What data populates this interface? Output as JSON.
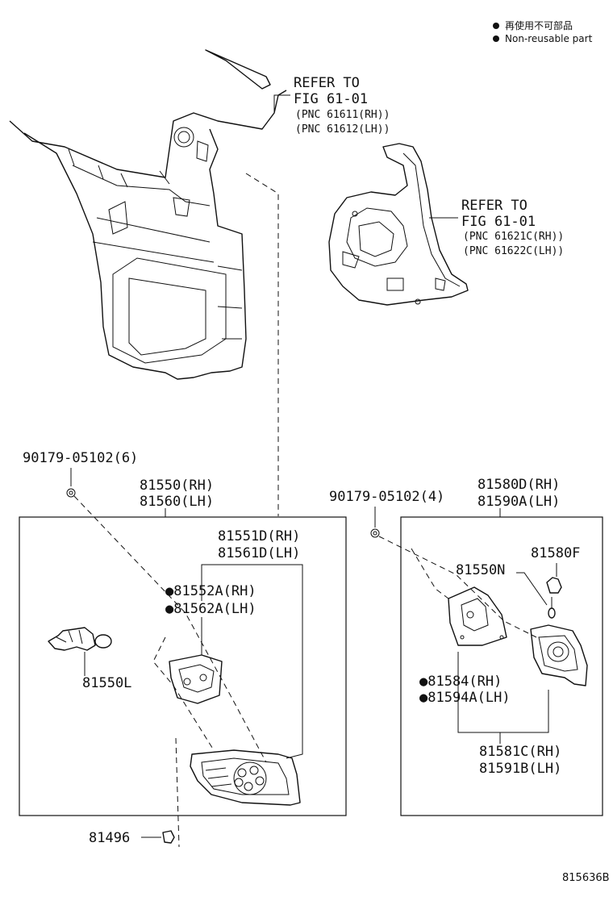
{
  "legend": {
    "items": [
      {
        "symbol": "●",
        "text": "再使用不可部品"
      },
      {
        "symbol": "●",
        "text": "Non-reusable part"
      }
    ]
  },
  "refs": {
    "upper": {
      "line1": "REFER TO",
      "line2": "FIG 61-01",
      "pnc_rh": "(PNC 61611(RH))",
      "pnc_lh": "(PNC 61612(LH))"
    },
    "lower": {
      "line1": "REFER TO",
      "line2": "FIG 61-01",
      "pnc_rh": "(PNC 61621C(RH))",
      "pnc_lh": "(PNC 61622C(LH))"
    }
  },
  "left_group": {
    "screw": "90179-05102(6)",
    "assy_rh": "81550(RH)",
    "assy_lh": "81560(LH)",
    "lens_rh": "81551D(RH)",
    "lens_lh": "81561D(LH)",
    "gasket_rh": "●81552A(RH)",
    "gasket_lh": "●81562A(LH)",
    "socket": "81550L",
    "clip": "81496"
  },
  "right_group": {
    "screw": "90179-05102(4)",
    "assy_rh": "81580D(RH)",
    "assy_lh": "81590A(LH)",
    "bulb": "81580F",
    "socket": "81550N",
    "gasket_rh": "●81584(RH)",
    "gasket_lh": "●81594A(LH)",
    "lens_rh": "81581C(RH)",
    "lens_lh": "81591B(LH)"
  },
  "figure_code": "815636B"
}
